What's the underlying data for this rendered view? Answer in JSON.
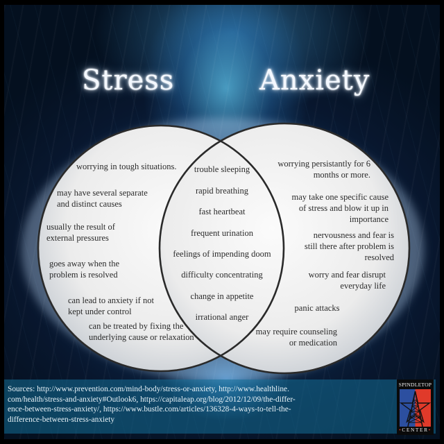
{
  "titles": {
    "left": "Stress",
    "right": "Anxiety"
  },
  "colors": {
    "background": "#0b2746",
    "glow": "#5abee6",
    "circle_fill": "#eeeeee",
    "circle_stroke": "#2a2a2a",
    "text": "#2b2b2b",
    "sources_band": "#146e96",
    "logo_blue": "#2c4fa0",
    "logo_red": "#e03a2a"
  },
  "venn": {
    "stress_only": [
      {
        "lines": [
          "worrying in tough situations."
        ]
      },
      {
        "lines": [
          "may have several separate",
          "and distinct causes"
        ]
      },
      {
        "lines": [
          "usually the result of",
          "external pressures"
        ]
      },
      {
        "lines": [
          "goes away when the",
          "problem is resolved"
        ]
      },
      {
        "lines": [
          "can lead to anxiety if not",
          "kept under control"
        ]
      },
      {
        "lines": [
          "can be treated by fixing the",
          "underlying cause or relaxation"
        ]
      }
    ],
    "shared": [
      "trouble sleeping",
      "rapid breathing",
      "fast heartbeat",
      "frequent urination",
      "feelings of impending doom",
      "difficulty concentrating",
      "change in appetite",
      "irrational anger"
    ],
    "anxiety_only": [
      {
        "lines": [
          "worrying persistantly for 6",
          "months or more."
        ]
      },
      {
        "lines": [
          "may take one specific cause",
          "of stress and blow it up in",
          "importance"
        ]
      },
      {
        "lines": [
          "nervousness and fear is",
          "still there after problem is",
          "resolved"
        ]
      },
      {
        "lines": [
          "worry and fear disrupt",
          "everyday life"
        ]
      },
      {
        "lines": [
          "panic attacks"
        ]
      },
      {
        "lines": [
          "may require counseling",
          "or  medication"
        ]
      }
    ]
  },
  "sources": {
    "text": "Sources: http://www.prevention.com/mind-body/stress-or-anxiety, http://www.healthline.com/health/stress-and-anxiety#Outlook6, https://capitaleap.org/blog/2012/12/09/the-difference-between-stress-anxiety/, https://www.bustle.com/articles/136328-4-ways-to-tell-the-difference-between-stress-anxiety",
    "lines": [
      "Sources: http://www.prevention.com/mind-body/stress-or-anxiety, http://www.healthline.",
      "com/health/stress-and-anxiety#Outlook6, https://capitaleap.org/blog/2012/12/09/the-differ-",
      "ence-between-stress-anxiety/, https://www.bustle.com/articles/136328-4-ways-to-tell-the-",
      "difference-between-stress-anxiety"
    ]
  },
  "logo": {
    "top": "SPINDLETOP",
    "bottom": "CENTER",
    "icon": "oil-derrick-star-icon"
  }
}
